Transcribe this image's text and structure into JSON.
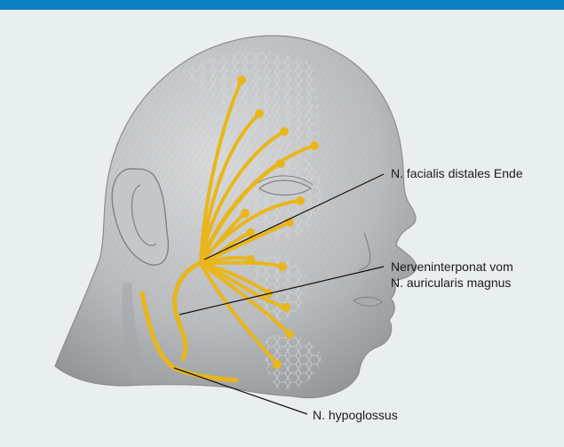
{
  "colors": {
    "header_bar": "#0a7fc1",
    "background": "#e9eef1",
    "nerve": "#e8b61a",
    "muscle": "#b4b6b8",
    "leader_line": "#111111"
  },
  "labels": {
    "facial_distal_end": "N. facialis distales Ende",
    "interponat_line1": "Nerveninterponat vom",
    "interponat_line2": "N. auricularis magnus",
    "hypoglossus": "N. hypoglossus"
  }
}
